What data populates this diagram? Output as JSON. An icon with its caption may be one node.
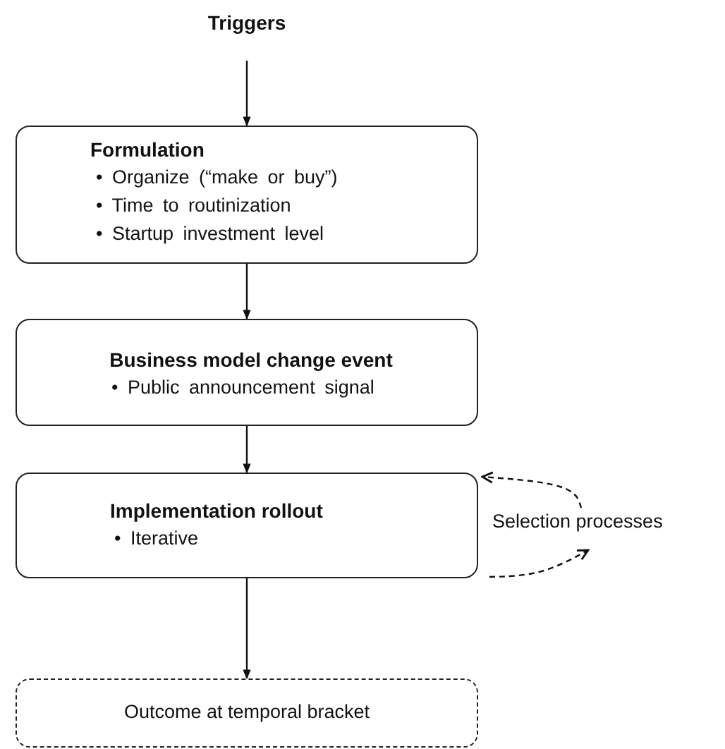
{
  "diagram": {
    "nodes": [
      {
        "text": [
          "Triggers"
        ]
      },
      {
        "text": [
          "Formulation",
          "• Organize (“make or buy”)",
          "• Time to routinization",
          "• Startup investment level"
        ]
      },
      {
        "text": [
          "Business model change event",
          "• Public announcement signal"
        ]
      },
      {
        "text": [
          "Implementation rollout",
          "• Iterative"
        ]
      },
      {
        "text": [
          "Outcome at temporal bracket"
        ]
      },
      {
        "text": [
          "Selection processes"
        ]
      }
    ],
    "edges": [
      {
        "from": 0,
        "to": 1,
        "arrow": "to"
      },
      {
        "from": 1,
        "to": 2,
        "arrow": "to"
      },
      {
        "from": 2,
        "to": 3,
        "arrow": "to"
      },
      {
        "from": 3,
        "to": 4,
        "arrow": "to"
      },
      {
        "from": 3,
        "to": 5,
        "arrow": "to",
        "style": "dashed"
      },
      {
        "from": 5,
        "to": 3,
        "arrow": "to",
        "style": "dashed"
      }
    ]
  }
}
